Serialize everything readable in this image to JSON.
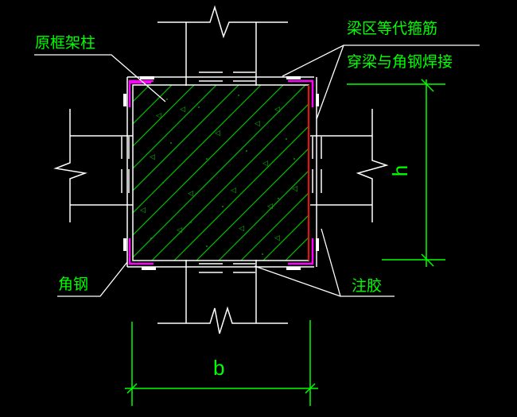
{
  "labels": {
    "original_column": "原框架柱",
    "beam_zone_stirrup": "梁区等代箍筋",
    "beam_weld": "穿梁与角钢焊接",
    "angle_steel": "角钢",
    "grout": "注胶"
  },
  "dimensions": {
    "width": "b",
    "height": "h"
  },
  "colors": {
    "background": "#000000",
    "line": "#ffffff",
    "text": "#00ff00",
    "hatch": "#00cc00",
    "angle_steel": "#ff00ff",
    "red_edge": "#ff0000"
  }
}
